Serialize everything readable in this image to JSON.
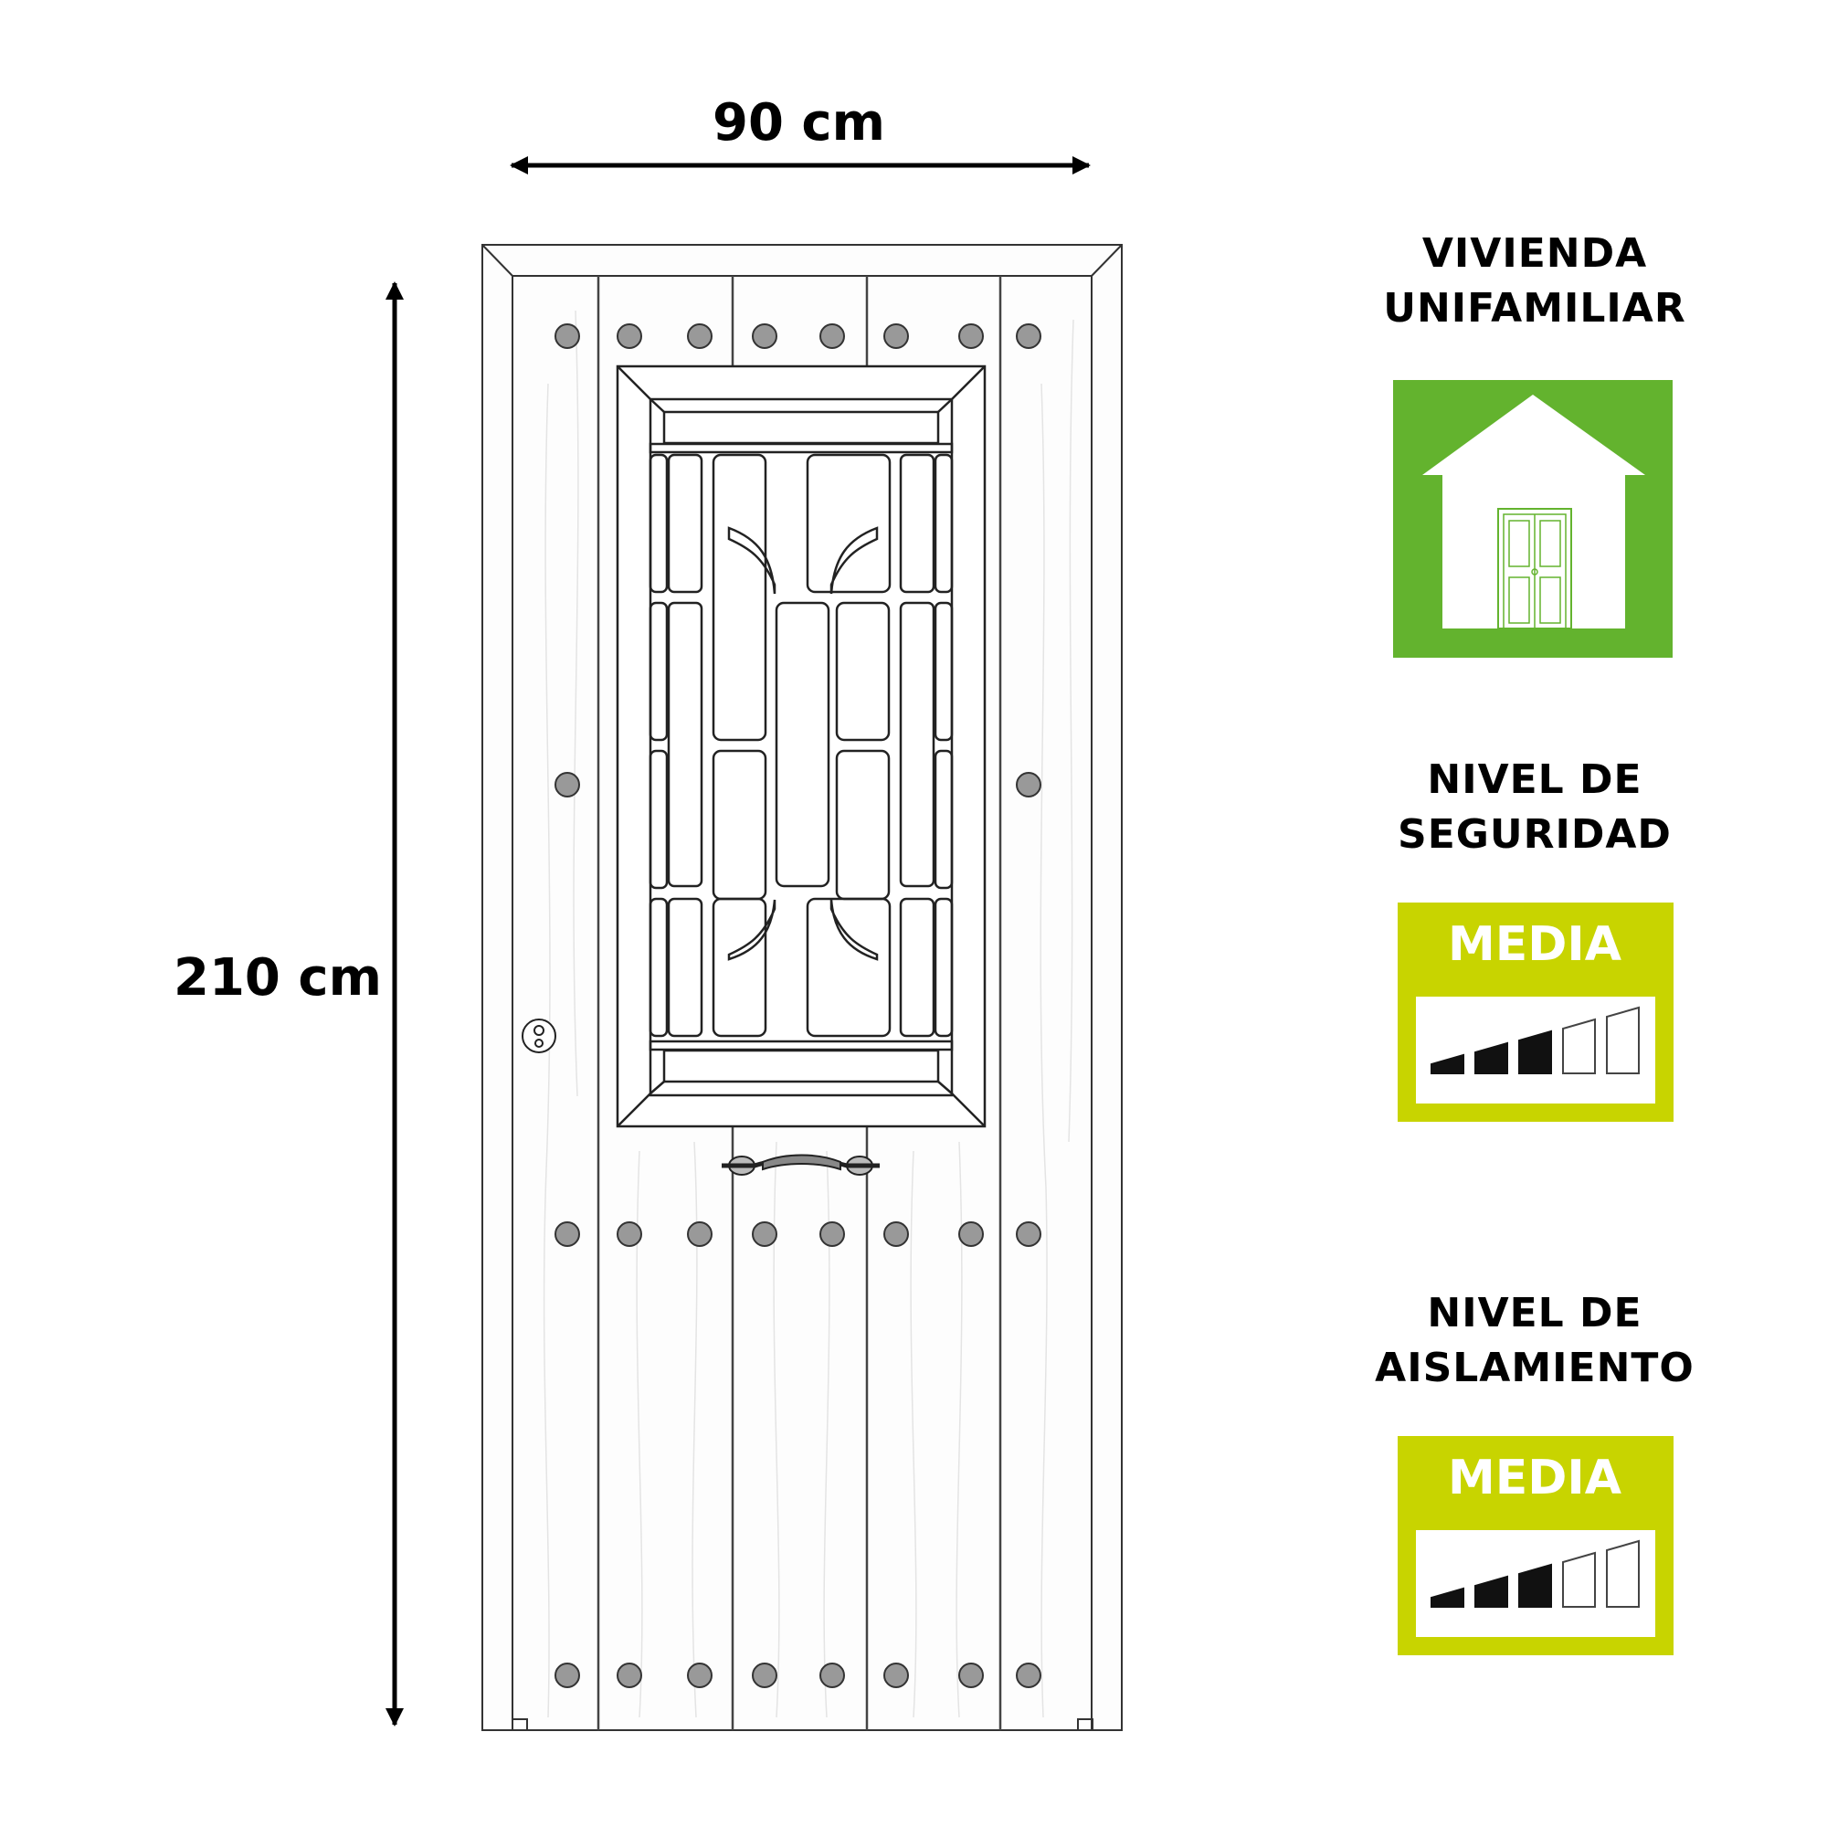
{
  "dimensions": {
    "width": "90 cm",
    "height": "210 cm"
  },
  "usage": {
    "title_line1": "VIVIENDA",
    "title_line2": "UNIFAMILIAR",
    "icon": "house-with-door-icon",
    "color": "#63b32e"
  },
  "security": {
    "title_line1": "NIVEL DE",
    "title_line2": "SEGURIDAD",
    "level_label": "MEDIA",
    "level": 3,
    "max_level": 5,
    "color": "#c8d400"
  },
  "insulation": {
    "title_line1": "NIVEL DE",
    "title_line2": "AISLAMIENTO",
    "level_label": "MEDIA",
    "level": 3,
    "max_level": 5,
    "color": "#c8d400"
  }
}
